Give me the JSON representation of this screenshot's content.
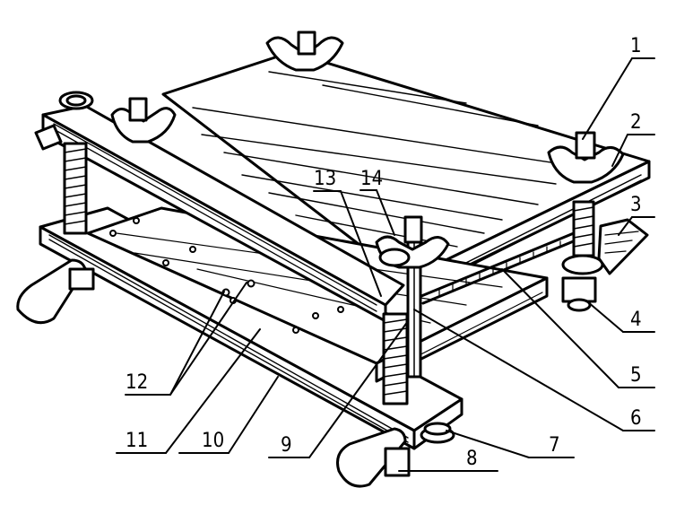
{
  "figure": {
    "callouts": [
      {
        "id": "c1",
        "label": "1"
      },
      {
        "id": "c2",
        "label": "2"
      },
      {
        "id": "c3",
        "label": "3"
      },
      {
        "id": "c4",
        "label": "4"
      },
      {
        "id": "c5",
        "label": "5"
      },
      {
        "id": "c6",
        "label": "6"
      },
      {
        "id": "c7",
        "label": "7"
      },
      {
        "id": "c8",
        "label": "8"
      },
      {
        "id": "c9",
        "label": "9"
      },
      {
        "id": "c10",
        "label": "10"
      },
      {
        "id": "c11",
        "label": "11"
      },
      {
        "id": "c12",
        "label": "12"
      },
      {
        "id": "c13",
        "label": "13"
      },
      {
        "id": "c14",
        "label": "14"
      }
    ]
  },
  "colors": {
    "ink": "#000000",
    "paper": "#ffffff"
  },
  "icons": [
    "wing-nut-icon",
    "threaded-rod-icon",
    "press-plate-icon",
    "base-board-icon",
    "clamp-foot-icon"
  ]
}
